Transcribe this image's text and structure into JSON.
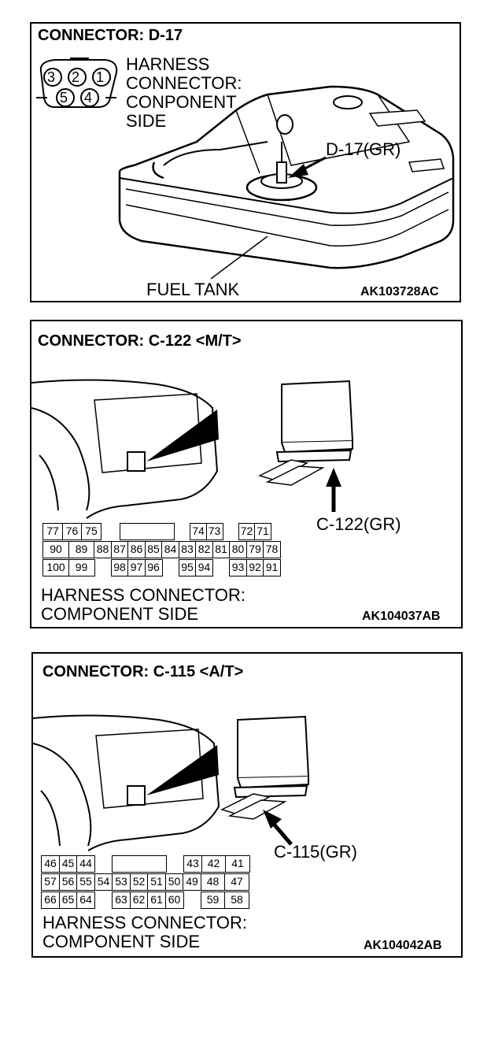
{
  "panel_d17": {
    "title": "CONNECTOR: D-17",
    "connector_pins": [
      "3",
      "2",
      "1",
      "5",
      "4"
    ],
    "legend_lines": [
      "HARNESS",
      "CONNECTOR:",
      "CONPONENT",
      "SIDE"
    ],
    "callout": "D-17(GR)",
    "tank_label": "FUEL TANK",
    "code": "AK103728AC"
  },
  "panel_c122": {
    "title": "CONNECTOR: C-122 <M/T>",
    "callout": "C-122(GR)",
    "pin_rows": [
      [
        "77",
        "76",
        "75",
        "",
        "",
        "",
        "",
        "",
        "74",
        "73",
        "",
        "72",
        "71"
      ],
      [
        "90",
        "89",
        "88",
        "87",
        "86",
        "85",
        "84",
        "83",
        "82",
        "81",
        "80",
        "79",
        "78"
      ],
      [
        "100",
        "99",
        "",
        "98",
        "97",
        "96",
        "",
        "95",
        "94",
        "",
        "93",
        "92",
        "91"
      ]
    ],
    "footer_lines": [
      "HARNESS CONNECTOR:",
      "COMPONENT SIDE"
    ],
    "code": "AK104037AB"
  },
  "panel_c115": {
    "title": "CONNECTOR: C-115 <A/T>",
    "callout": "C-115(GR)",
    "pin_rows": [
      [
        "46",
        "45",
        "44",
        "",
        "",
        "",
        "",
        "",
        "43",
        "42",
        "41"
      ],
      [
        "57",
        "56",
        "55",
        "54",
        "53",
        "52",
        "51",
        "50",
        "49",
        "48",
        "47"
      ],
      [
        "66",
        "65",
        "64",
        "",
        "63",
        "62",
        "61",
        "60",
        "",
        "59",
        "58"
      ]
    ],
    "footer_lines": [
      "HARNESS CONNECTOR:",
      "COMPONENT SIDE"
    ],
    "code": "AK104042AB"
  }
}
